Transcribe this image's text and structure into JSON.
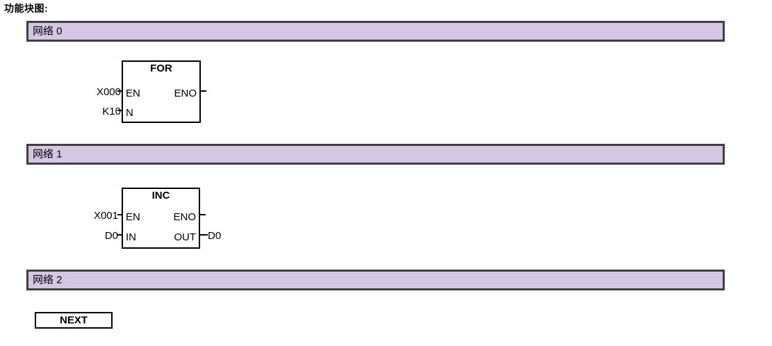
{
  "page": {
    "title": "功能块图:"
  },
  "networks": [
    {
      "label": "网络 0",
      "block": {
        "name": "FOR",
        "inputs": [
          {
            "pin": "EN",
            "operand": "X000"
          },
          {
            "pin": "N",
            "operand": "K10"
          }
        ],
        "outputs": [
          {
            "pin": "ENO",
            "operand": ""
          }
        ]
      }
    },
    {
      "label": "网络 1",
      "block": {
        "name": "INC",
        "inputs": [
          {
            "pin": "EN",
            "operand": "X001"
          },
          {
            "pin": "IN",
            "operand": "D0"
          }
        ],
        "outputs": [
          {
            "pin": "ENO",
            "operand": ""
          },
          {
            "pin": "OUT",
            "operand": "D0"
          }
        ]
      }
    },
    {
      "label": "网络 2",
      "block": {
        "name": "NEXT",
        "inputs": [],
        "outputs": []
      }
    }
  ],
  "colors": {
    "network_bar_fill": "#d5c7e4",
    "network_bar_border": "#3f3f3f",
    "block_border": "#000000",
    "block_fill": "#ffffff",
    "text": "#000000"
  }
}
